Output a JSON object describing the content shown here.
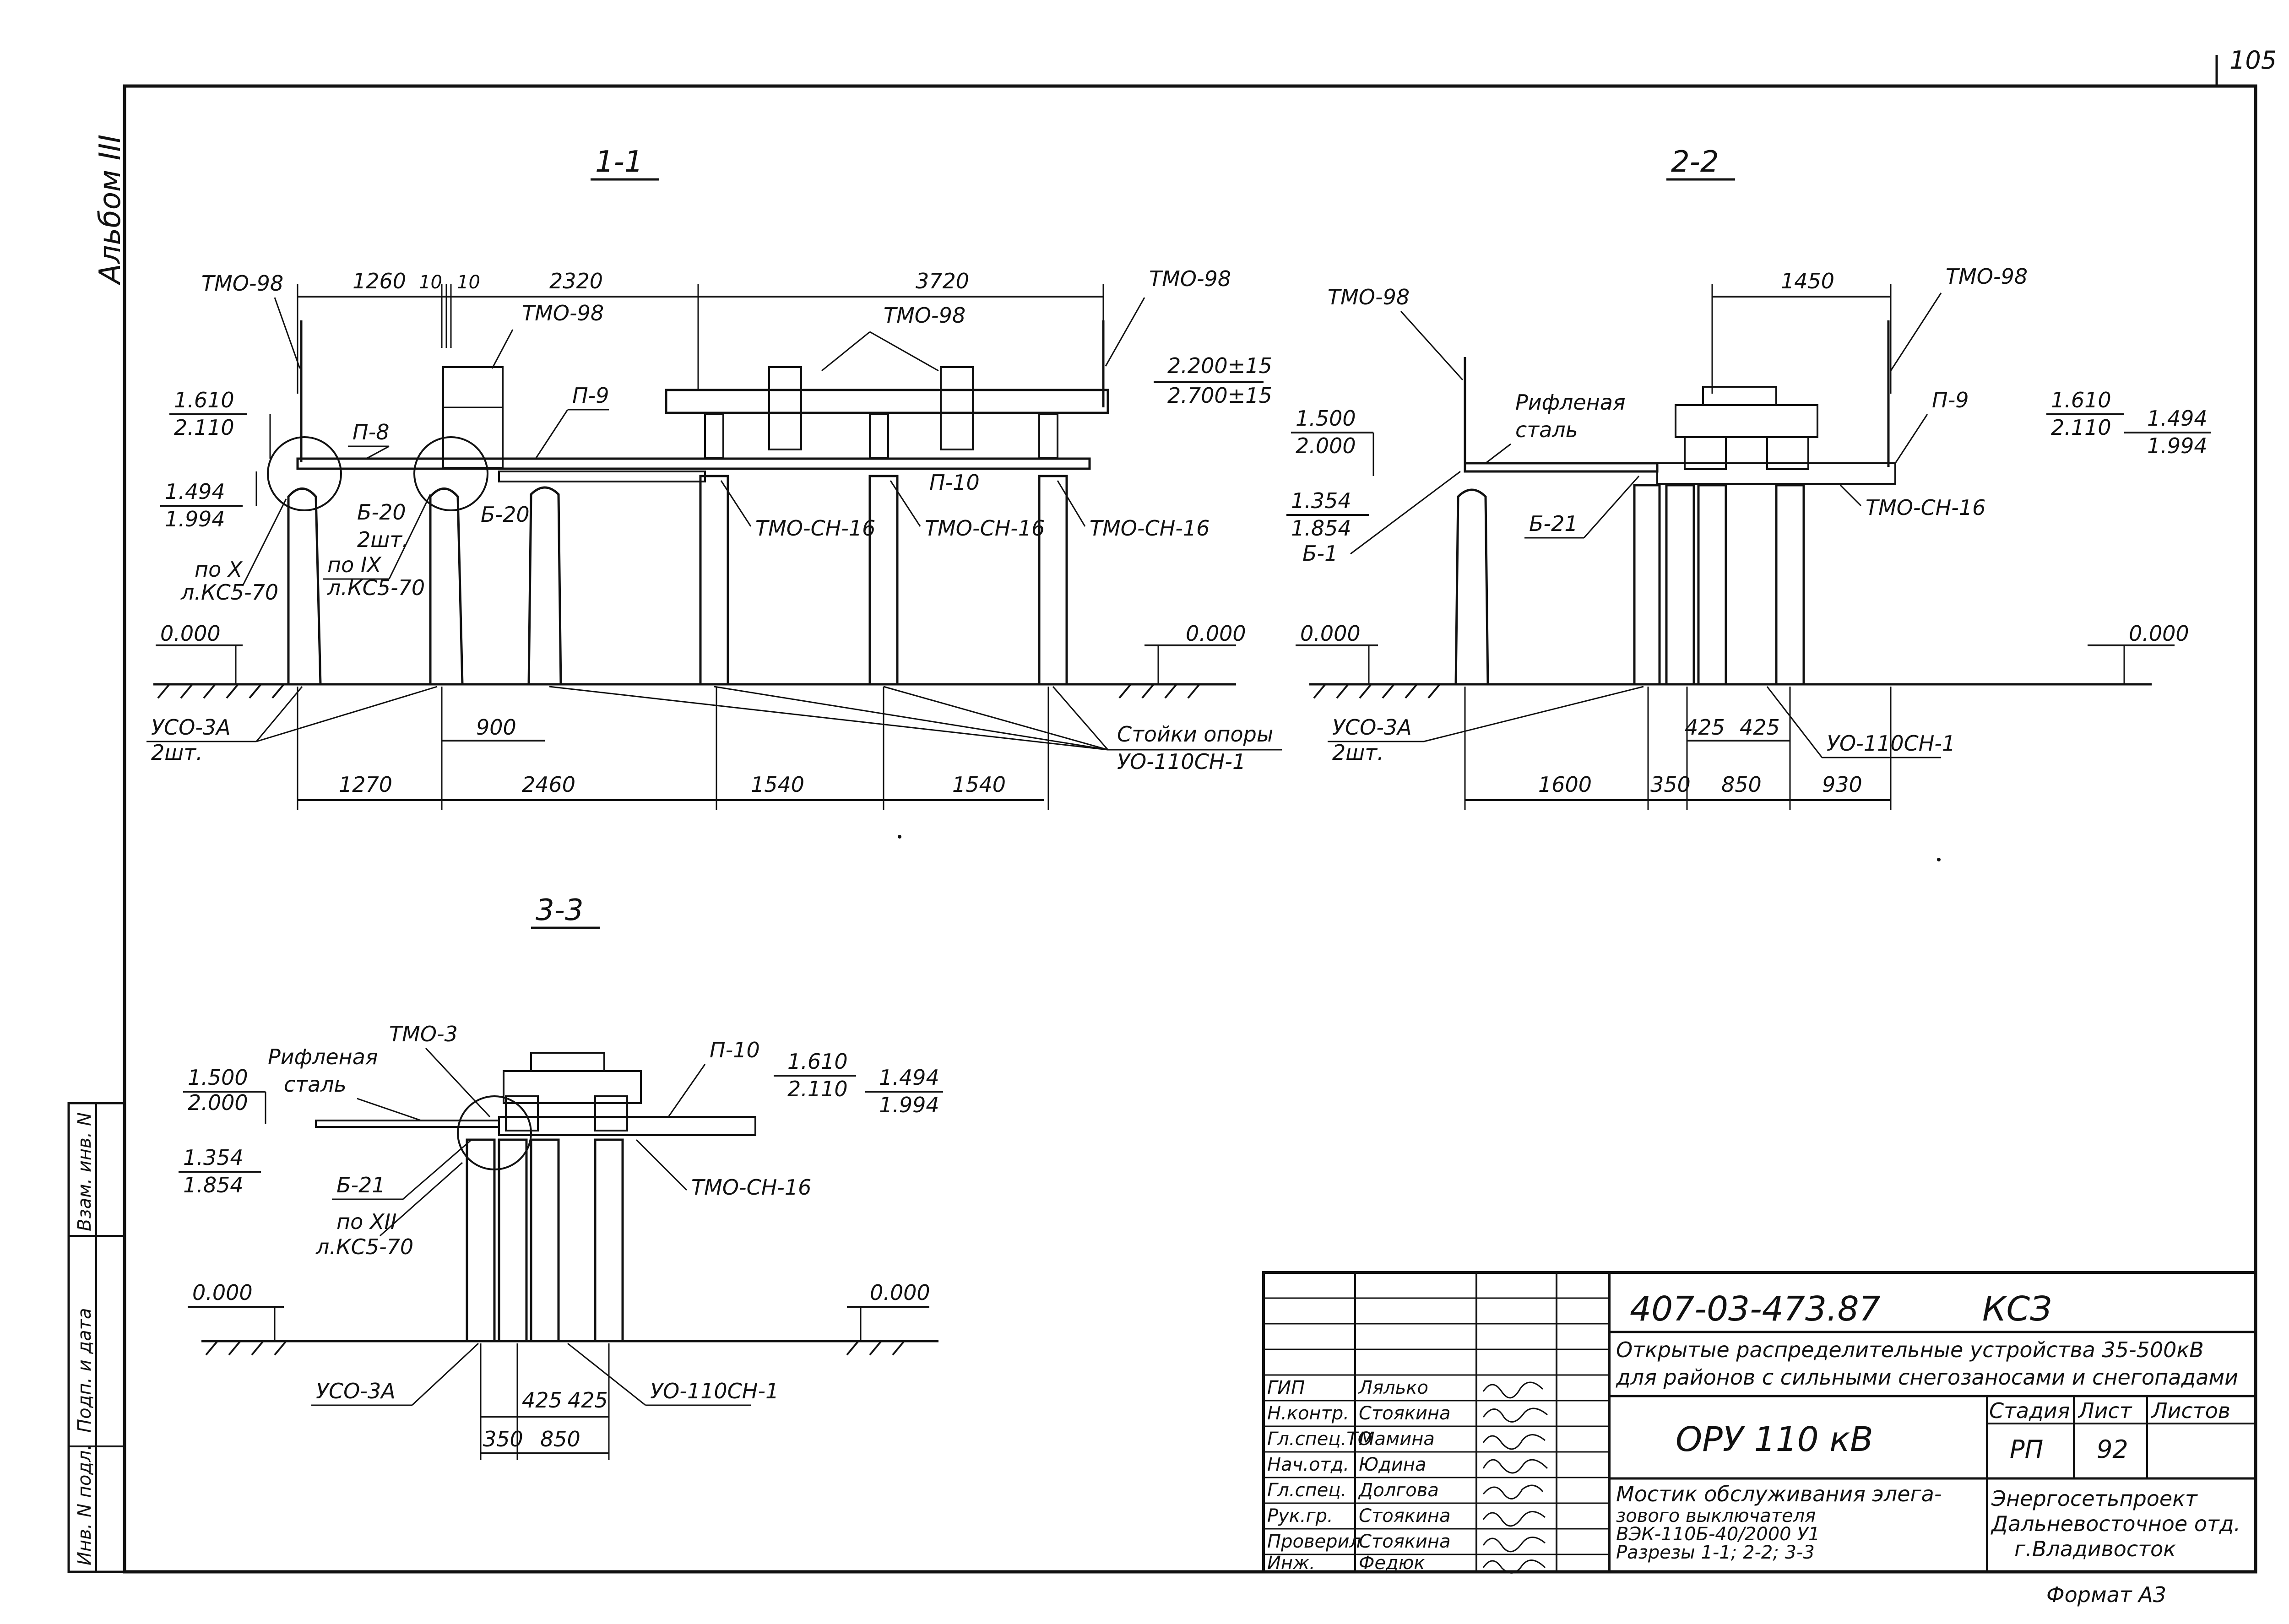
{
  "page_number": "105",
  "album_label": "Альбом III",
  "sections": {
    "s11": {
      "title": "1-1",
      "labels": {
        "tmo98_left": "ТМО-98",
        "tmo98_mid": "ТМО-98",
        "tmo98_top": "ТМО-98",
        "tmo98_right": "ТМО-98",
        "p8": "П-8",
        "p9": "П-9",
        "p10": "П-10",
        "b20_a": "Б-20",
        "b20_b": "Б-20",
        "b20_qty": "2шт.",
        "ref_x": "по X",
        "ref_x_sheet": "л.КС5-70",
        "ref_ix": "по IX",
        "ref_ix_sheet": "л.КС5-70",
        "tmo_ch16_a": "ТМО-СН-16",
        "tmo_ch16_b": "ТМО-СН-16",
        "tmo_ch16_c": "ТМО-СН-16",
        "uso3a": "УСО-3А",
        "uso3a_qty": "2шт.",
        "stands": "Стойки опоры",
        "stands_type": "УО-110СН-1",
        "elev_top_a": "1.610",
        "elev_top_b": "2.110",
        "elev_mid_a": "1.494",
        "elev_mid_b": "1.994",
        "elev_right_a": "2.200±15",
        "elev_right_b": "2.700±15",
        "zero_left": "0.000",
        "zero_right": "0.000"
      },
      "dims_top": [
        "1260",
        "10",
        "10",
        "2320",
        "3720"
      ],
      "dims_bottom": [
        "1270",
        "2460",
        "1540",
        "1540"
      ],
      "dim_900": "900"
    },
    "s22": {
      "title": "2-2",
      "labels": {
        "tmo98_left": "ТМО-98",
        "tmo98_right": "ТМО-98",
        "rifl_1": "Рифленая",
        "rifl_2": "сталь",
        "p9": "П-9",
        "b21": "Б-21",
        "b1": "Б-1",
        "tmo_ch16": "ТМО-СН-16",
        "uso3a": "УСО-3А",
        "uso3a_qty": "2шт.",
        "uo110": "УО-110СН-1",
        "elev_l1": "1.500",
        "elev_l2": "2.000",
        "elev_l3": "1.354",
        "elev_l4": "1.854",
        "elev_r1": "1.610",
        "elev_r2": "2.110",
        "elev_r3": "1.494",
        "elev_r4": "1.994",
        "zero_left": "0.000",
        "zero_right": "0.000"
      },
      "dim_top": "1450",
      "dims_bottom": [
        "1600",
        "350",
        "850",
        "930"
      ],
      "dims_425": [
        "425",
        "425"
      ]
    },
    "s33": {
      "title": "3-3",
      "labels": {
        "tmo3": "ТМО-3",
        "rifl_1": "Рифленая",
        "rifl_2": "сталь",
        "p10": "П-10",
        "b21": "Б-21",
        "ref_xii": "по XII",
        "ref_xii_sheet": "л.КС5-70",
        "tmo_ch16": "ТМО-СН-16",
        "uso3a": "УСО-3А",
        "uo110": "УО-110СН-1",
        "elev_l1": "1.500",
        "elev_l2": "2.000",
        "elev_l3": "1.354",
        "elev_l4": "1.854",
        "elev_r1": "1.610",
        "elev_r2": "2.110",
        "elev_r3": "1.494",
        "elev_r4": "1.994",
        "zero_left": "0.000",
        "zero_right": "0.000"
      },
      "dims_425": [
        "425",
        "425"
      ],
      "dims_bottom": [
        "350",
        "850"
      ]
    }
  },
  "side_stamp": {
    "inv_orig": "Инв. N подл.",
    "sign_date": "Подп. и дата",
    "replace_inv": "Взам. инв. N"
  },
  "title_block": {
    "doc_number": "407-03-473.87",
    "doc_code": "КСЗ",
    "project_title_1": "Открытые распределительные устройства 35-500кВ",
    "project_title_2": "для районов с сильными снегозаносами и снегопадами",
    "object_name": "ОРУ 110 кВ",
    "stage_header": "Стадия",
    "sheet_header": "Лист",
    "sheets_header": "Листов",
    "stage": "РП",
    "sheet": "92",
    "sheets": "",
    "drawing_title_1": "Мостик обслуживания элега-",
    "drawing_title_2": "зового выключателя",
    "drawing_title_3": "ВЭК-110Б-40/2000 У1",
    "drawing_title_4": "Разрезы 1-1; 2-2; 3-3",
    "org_1": "Энергосетьпроект",
    "org_2": "Дальневосточное отд.",
    "org_3": "г.Владивосток",
    "format": "Формат А3",
    "staff": [
      {
        "role": "ГИП",
        "name": "Лялько"
      },
      {
        "role": "Н.контр.",
        "name": "Стоякина"
      },
      {
        "role": "Гл.спец.ТО",
        "name": "Мамина"
      },
      {
        "role": "Нач.отд.",
        "name": "Юдина"
      },
      {
        "role": "Гл.спец.",
        "name": "Долгова"
      },
      {
        "role": "Рук.гр.",
        "name": "Стоякина"
      },
      {
        "role": "Проверил",
        "name": "Стоякина"
      },
      {
        "role": "Инж.",
        "name": "Федюк"
      }
    ]
  }
}
